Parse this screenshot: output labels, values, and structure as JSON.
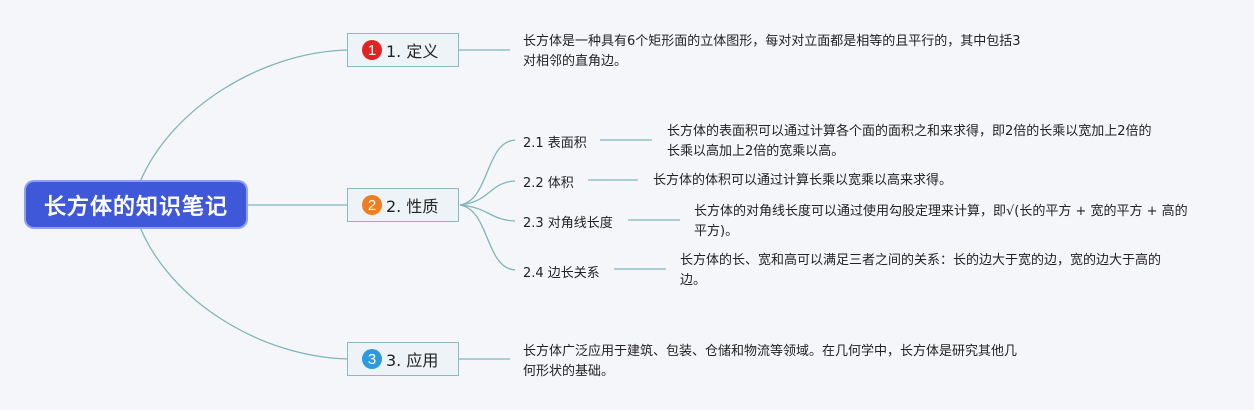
{
  "root": {
    "label": "长方体的知识笔记"
  },
  "topics": [
    {
      "badge": "1",
      "label": "1. 定义",
      "description": "长方体是一种具有6个矩形面的立体图形，每对对立面都是相等的且平行的，其中包括3对相邻的直角边。"
    },
    {
      "badge": "2",
      "label": "2. 性质",
      "subtopics": [
        {
          "label": "2.1 表面积",
          "description": "长方体的表面积可以通过计算各个面的面积之和来求得，即2倍的长乘以宽加上2倍的长乘以高加上2倍的宽乘以高。"
        },
        {
          "label": "2.2 体积",
          "description": "长方体的体积可以通过计算长乘以宽乘以高来求得。"
        },
        {
          "label": "2.3 对角线长度",
          "description": "长方体的对角线长度可以通过使用勾股定理来计算，即√(长的平方 + 宽的平方 + 高的平方)。"
        },
        {
          "label": "2.4 边长关系",
          "description": "长方体的长、宽和高可以满足三者之间的关系：长的边大于宽的边，宽的边大于高的边。"
        }
      ]
    },
    {
      "badge": "3",
      "label": "3. 应用",
      "description": "长方体广泛应用于建筑、包装、仓储和物流等领域。在几何学中，长方体是研究其他几何形状的基础。"
    }
  ],
  "colors": {
    "root": "#3f57d9",
    "line": "#7fb6b8",
    "badge1": "#e02424",
    "badge2": "#ef7d22",
    "badge3": "#2d9ae0"
  }
}
